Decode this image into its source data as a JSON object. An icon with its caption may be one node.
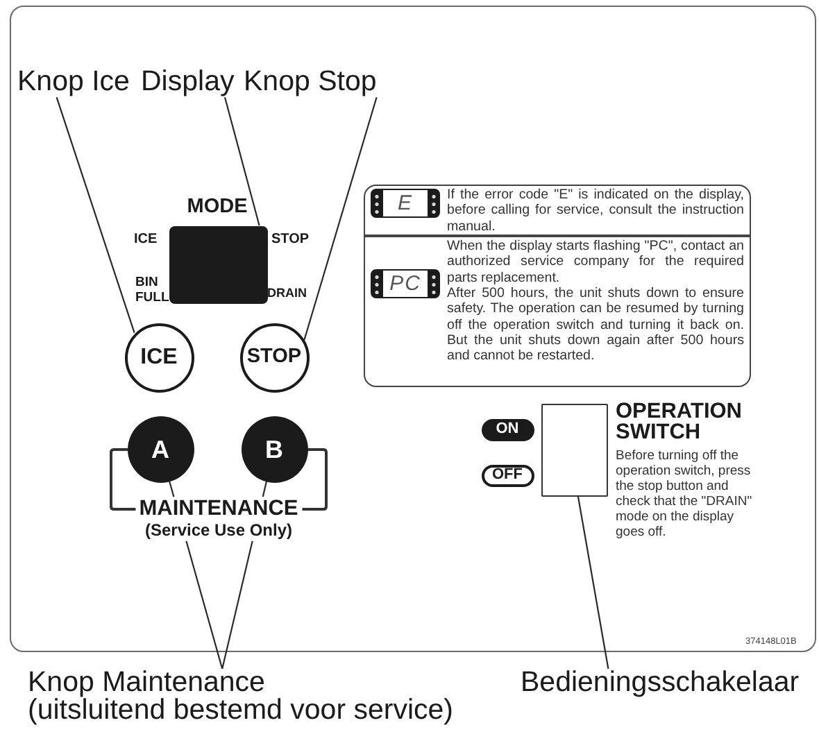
{
  "diagram": {
    "nodes": [
      {
        "text": [],
        "shape": "box"
      },
      {
        "text": [
          "Knop Ice"
        ],
        "in": 0
      },
      {
        "text": [
          "Display"
        ],
        "in": 0
      },
      {
        "text": [
          "Knop Stop"
        ],
        "in": 0
      },
      {
        "text": [],
        "shape": "box",
        "beside": [
          "MODE",
          "ICE",
          "STOP",
          "BIN FULL",
          "DRAIN"
        ],
        "in": 0
      },
      {
        "text": [
          "ICE"
        ],
        "in": 0
      },
      {
        "text": [
          "STOP"
        ],
        "in": 0
      },
      {
        "text": [
          "If the error code \"E\" is indicated on the display, before calling for service, consult the instruction manual.",
          "When the display starts flashing \"PC\", contact an authorized service company for the required parts replacement.",
          "After 500 hours, the unit shuts down to ensure safety. The operation can be resumed by turning off the operation switch and turning it back on. But the unit shuts down again after 500 hours and cannot be restarted."
        ],
        "in": 0
      },
      {
        "text": [
          "E"
        ],
        "in": 7
      },
      {
        "text": [
          "PC"
        ],
        "in": 7
      },
      {
        "text": [
          "A"
        ],
        "in": 0
      },
      {
        "text": [
          "B"
        ],
        "in": 0
      },
      {
        "text": [
          "ON"
        ],
        "in": 0
      },
      {
        "text": [
          "OFF"
        ],
        "in": 0
      },
      {
        "text": [],
        "shape": "box",
        "beside": [
          "OPERATION SWITCH",
          "Before turning off the operation switch, press the stop button and check that the \"DRAIN\" mode on the display goes off."
        ],
        "in": 0
      },
      {
        "text": [
          "Knop Maintenance",
          "(uitsluitend bestemd voor service)"
        ]
      },
      {
        "text": [
          "Bedieningsschakelaar"
        ]
      }
    ],
    "edges": [
      {
        "from": 1,
        "to": 5,
        "arrow": "none"
      },
      {
        "from": 2,
        "to": 4,
        "arrow": "none"
      },
      {
        "from": 3,
        "to": 6,
        "arrow": "none"
      },
      {
        "from": 15,
        "to": 10,
        "arrow": "none"
      },
      {
        "from": 15,
        "to": 11,
        "arrow": "none"
      },
      {
        "from": 16,
        "to": 14,
        "arrow": "none"
      }
    ],
    "labels": [
      "MAINTENANCE",
      "(Service Use Only)",
      "374148L01B"
    ]
  }
}
